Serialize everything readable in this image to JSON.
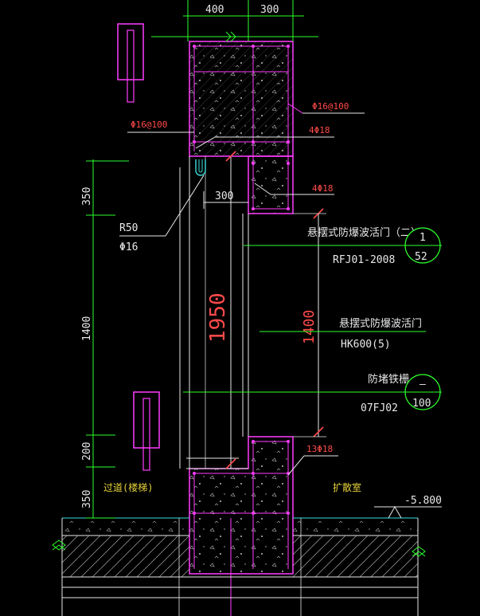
{
  "colors": {
    "background": "#000000",
    "wall_outline": "#ff3cff",
    "rebar": "#ff3cff",
    "dimension": "#2dff2d",
    "annotation_red": "#ff4a4a",
    "text_white": "#e8e8e8",
    "text_yellow": "#e6d23a",
    "ground_line": "#3cdcdc",
    "hatch": "#c8c8c8"
  },
  "dimensions_top": {
    "left": "400",
    "right": "300"
  },
  "dimensions_left": [
    "350",
    "1400",
    "200",
    "350"
  ],
  "dimension_opening_top": "300",
  "dimension_opening_height": "1950",
  "dimension_door_height": "1400",
  "rebar_labels": {
    "right_top": "Φ16@100",
    "left_top": "Φ16@100",
    "lintel_top": "4Φ18",
    "lintel_bottom": "4Φ18",
    "sill": "13Φ18"
  },
  "hook": {
    "radius": "R50",
    "bar": "Φ16"
  },
  "door_detail": {
    "name": "悬摆式防爆波活门（二）",
    "standard": "RFJ01-2008",
    "bubble_top": "1",
    "bubble_bottom": "52"
  },
  "door_model": {
    "name": "悬摆式防爆波活门",
    "model": "HK600(5)"
  },
  "grille": {
    "name": "防堵铁栅",
    "standard": "07FJ02",
    "bubble_top": "–",
    "bubble_bottom": "100"
  },
  "rooms": {
    "left": "过道(楼梯)",
    "right": "扩散室"
  },
  "elevation": "-5.800"
}
